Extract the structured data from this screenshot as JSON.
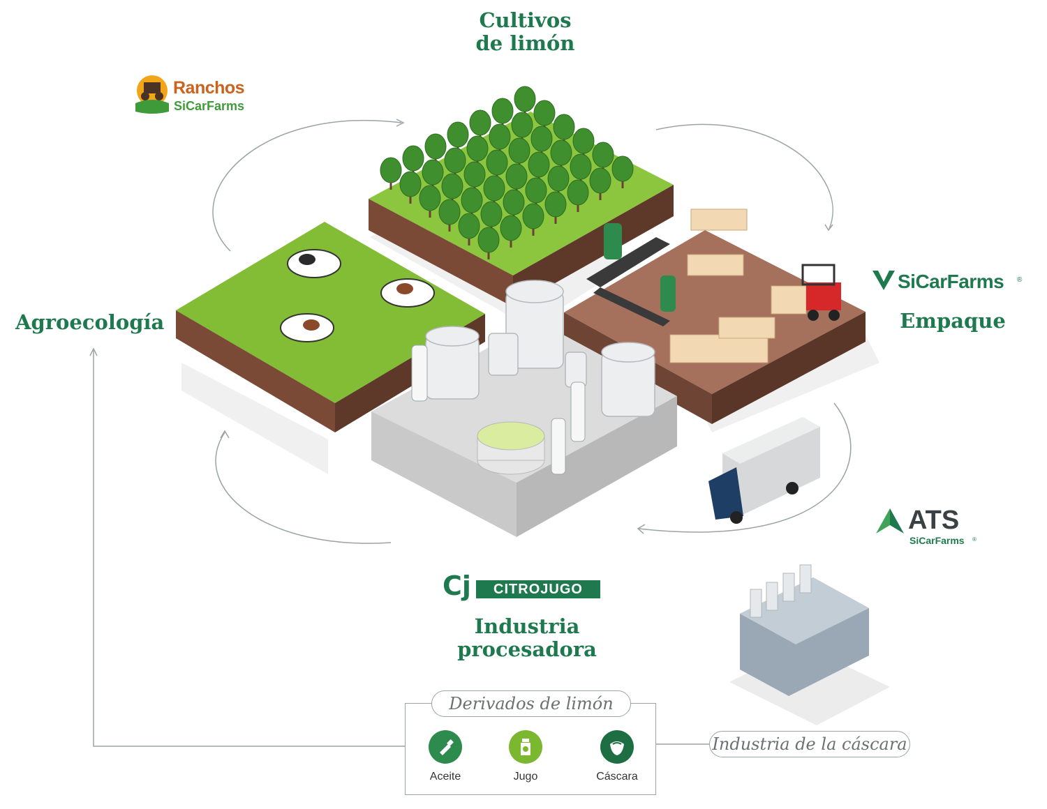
{
  "titles": {
    "cultivos": [
      "Cultivos",
      "de limón"
    ],
    "agroecologia": "Agroecología",
    "empaque": "Empaque",
    "industria": [
      "Industria",
      "procesadora"
    ]
  },
  "logos": {
    "ranchos": {
      "line1": "Ranchos",
      "line2": "SiCarFarms"
    },
    "sicarfarms": {
      "text": "SiCarFarms",
      "mark": "®"
    },
    "ats": {
      "text": "ATS",
      "sub": "SiCarFarms",
      "mark": "®"
    },
    "citrojugo": {
      "mark": "Cj",
      "text": "CITROJUGO"
    }
  },
  "derivados": {
    "label": "Derivados de limón",
    "items": [
      {
        "label": "Aceite",
        "icon": "oil-dropper-icon",
        "color": "#2e8b4e"
      },
      {
        "label": "Jugo",
        "icon": "juice-bottle-icon",
        "color": "#7cb82f"
      },
      {
        "label": "Cáscara",
        "icon": "lemon-peel-icon",
        "color": "#1e6e43"
      }
    ]
  },
  "industria_cascara": "Industria de la cáscara",
  "colors": {
    "brand_green": "#1e7a4e",
    "lime": "#7cb82f",
    "soil": "#8a5a46",
    "grass": "#7fbf3a"
  }
}
